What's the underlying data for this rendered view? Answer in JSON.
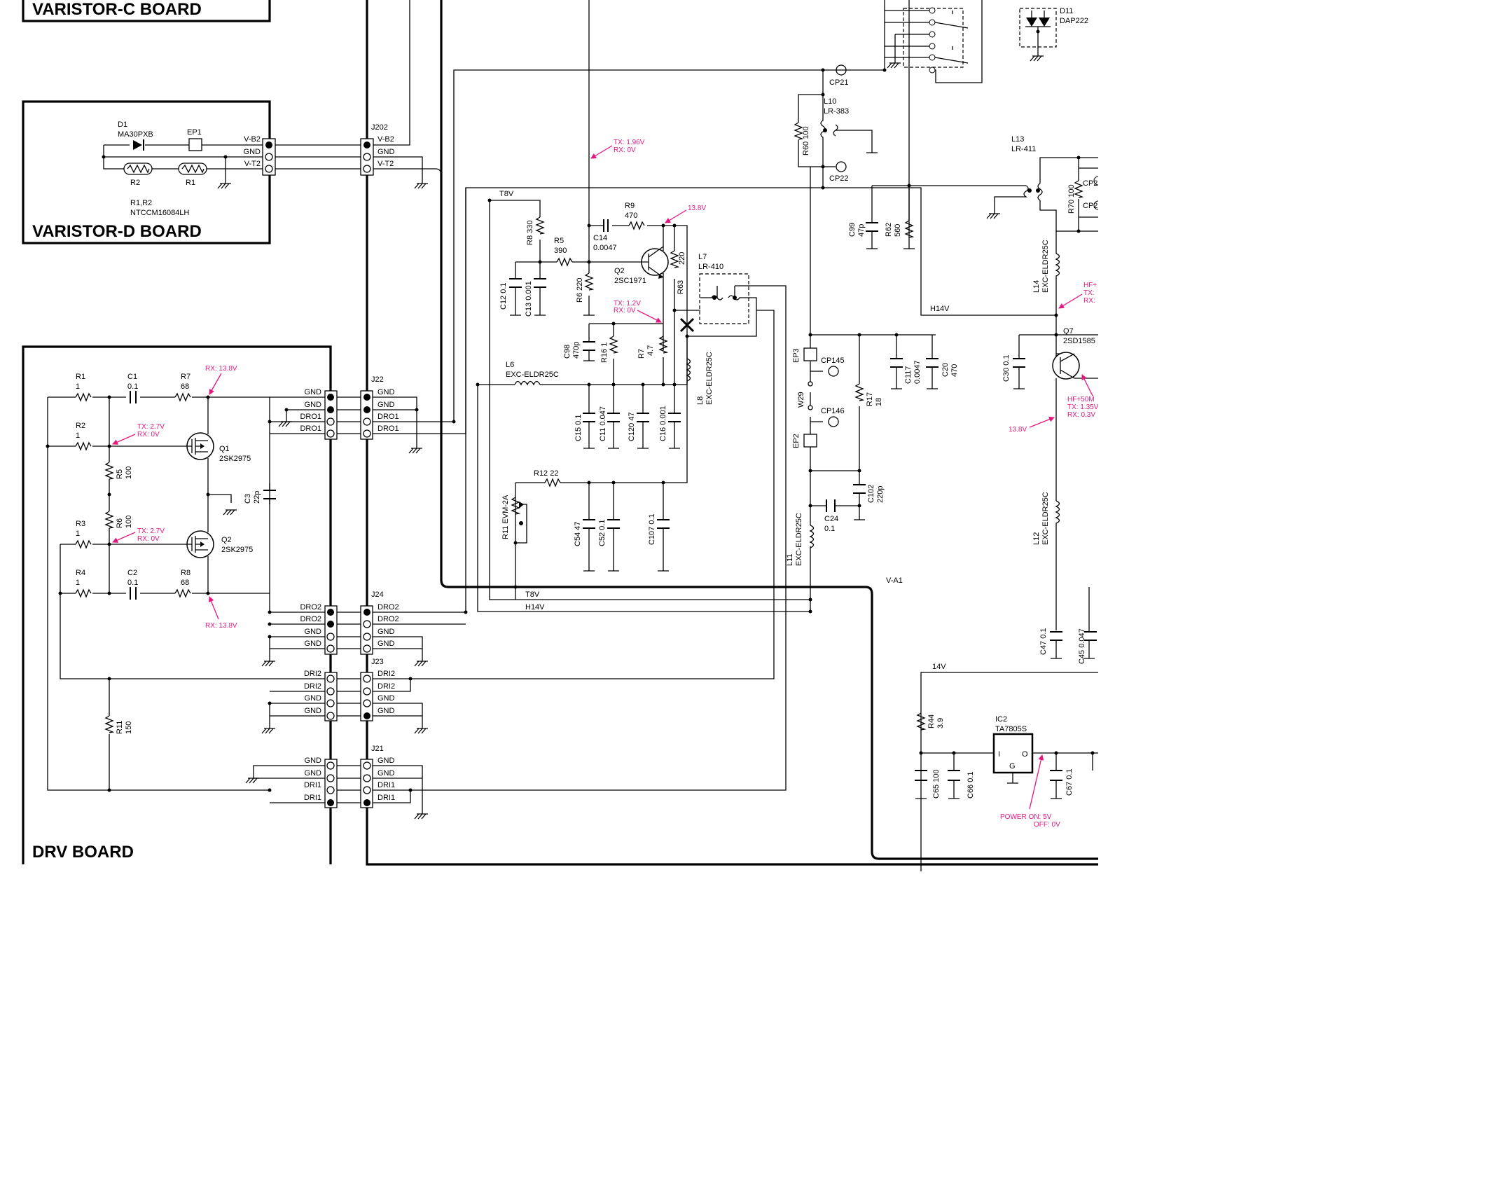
{
  "boards": {
    "varistor_c": "VARISTOR-C BOARD",
    "varistor_d": "VARISTOR-D BOARD",
    "drv": "DRV BOARD"
  },
  "connectors": {
    "J202": {
      "name": "J202",
      "pins": [
        "V-B2",
        "GND",
        "V-T2"
      ]
    },
    "J22": {
      "name": "J22",
      "pins": [
        "GND",
        "GND",
        "DRO1",
        "DRO1"
      ]
    },
    "J24": {
      "name": "J24",
      "pins": [
        "DRO2",
        "DRO2",
        "GND",
        "GND"
      ]
    },
    "J23": {
      "name": "J23",
      "pins": [
        "DRI2",
        "DRI2",
        "GND",
        "GND"
      ]
    },
    "J21": {
      "name": "J21",
      "pins": [
        "GND",
        "GND",
        "DRI1",
        "DRI1"
      ]
    }
  },
  "varistor_d_parts": {
    "d1_ref": "D1",
    "d1_part": "MA30PXB",
    "ep1": "EP1",
    "r2": "R2",
    "r1": "R1",
    "r_note_1": "R1,R2",
    "r_note_2": "NTCCM16084LH"
  },
  "drv_parts": {
    "r1": "R1",
    "r1_v": "1",
    "c1": "C1",
    "c1_v": "0.1",
    "r7": "R7",
    "r7_v": "68",
    "r2": "R2",
    "r2_v": "1",
    "q1": "Q1",
    "q1_p": "2SK2975",
    "r5": "R5",
    "r5_v": "100",
    "c3": "C3",
    "c3_v": "22p",
    "r6": "R6",
    "r6_v": "100",
    "r3": "R3",
    "r3_v": "1",
    "q2": "Q2",
    "q2_p": "2SK2975",
    "r4": "R4",
    "r4_v": "1",
    "c2": "C2",
    "c2_v": "0.1",
    "r8": "R8",
    "r8_v": "68",
    "r11": "R11",
    "r11_v": "150"
  },
  "main_parts": {
    "t8v": "T8V",
    "r8": "R8 330",
    "r5": "R5",
    "r5_v": "390",
    "c12": "C12 0.1",
    "c13": "C13 0.001",
    "r6": "R6 220",
    "c14": "C14",
    "c14_v": "0.0047",
    "r9": "R9",
    "r9_v": "470",
    "q2": "Q2",
    "q2_p": "2SC1971",
    "r63": "R63",
    "r63_v": "220",
    "l7": "L7",
    "l7_p": "LR-410",
    "c98": "C98",
    "c98_v": "470p",
    "r16": "R16 1",
    "r7": "R7",
    "r7_v": "4.7",
    "l6": "L6",
    "l6_p": "EXC-ELDR25C",
    "l8": "L8",
    "l8_p": "EXC-ELDR25C",
    "c15": "C15 0.1",
    "c11": "C11 0.047",
    "c120": "C120 47",
    "c16": "C16 0.001",
    "r12": "R12 22",
    "r11": "R11 EVM-2A",
    "c54": "C54 47",
    "c52": "C52 0.1",
    "c107": "C107 0.1",
    "t8v_bus": "T8V",
    "h14v_bus": "H14V"
  },
  "right_parts": {
    "cp21": "CP21",
    "l10": "L10",
    "l10_p": "LR-383",
    "r60": "R60 100",
    "cp22": "CP22",
    "d11": "D11",
    "d11_p": "DAP222",
    "l13": "L13",
    "l13_p": "LR-411",
    "c99": "C99",
    "c99_v": "47p",
    "r62": "R62",
    "r62_v": "560",
    "r70": "R70 100",
    "cp2a": "CP2",
    "cp2b": "CP2",
    "l14": "L14",
    "l14_p": "EXC-ELDR25C",
    "h14v": "H14V",
    "ep3": "EP3",
    "cp145": "CP145",
    "w29": "W29",
    "cp146": "CP146",
    "ep2": "EP2",
    "r17": "R17",
    "r17_v": "18",
    "c117": "C117",
    "c117_v": "0.0047",
    "c20": "C20",
    "c20_v": "470",
    "c30": "C30 0.1",
    "q7": "Q7",
    "q7_p": "2SD1585",
    "c102": "C102",
    "c102_v": "220p",
    "c24": "C24",
    "c24_v": "0.1",
    "l11": "L11",
    "l11_p": "EXC-ELDR25C",
    "l12": "L12",
    "l12_p": "EXC-ELDR25C",
    "va1": "V-A1",
    "c47": "C47 0.1",
    "c45": "C45 0.047",
    "v14": "14V",
    "r44": "R44",
    "r44_v": "3.9",
    "ic2": "IC2",
    "ic2_p": "TA7805S",
    "pin_i": "I",
    "pin_o": "O",
    "pin_g": "G",
    "c65": "C65 100",
    "c66": "C66 0.1",
    "c67": "C67 0.1"
  },
  "annotations": {
    "tx_196_a": "TX: 1.96V",
    "tx_196_b": "RX: 0V",
    "v138_top": "13.8V",
    "tx_12_a": "TX: 1.2V",
    "tx_12_b": "RX: 0V",
    "rx138_top": "RX: 13.8V",
    "tx27_q1_a": "TX: 2.7V",
    "tx27_q1_b": "RX: 0V",
    "tx27_q2_a": "TX: 2.7V",
    "tx27_q2_b": "RX: 0V",
    "rx138_bot": "RX: 13.8V",
    "hf_a": "HF+",
    "hf_b": "TX:",
    "hf_c": "RX:",
    "hf50_a": "HF+50M",
    "hf50_b": "TX: 1.35V",
    "hf50_c": "RX: 0.3V",
    "v138_right": "13.8V",
    "power_a": "POWER  ON: 5V",
    "power_b": "OFF: 0V"
  },
  "colors": {
    "annotation": "#e3177f",
    "wire": "#000000"
  }
}
